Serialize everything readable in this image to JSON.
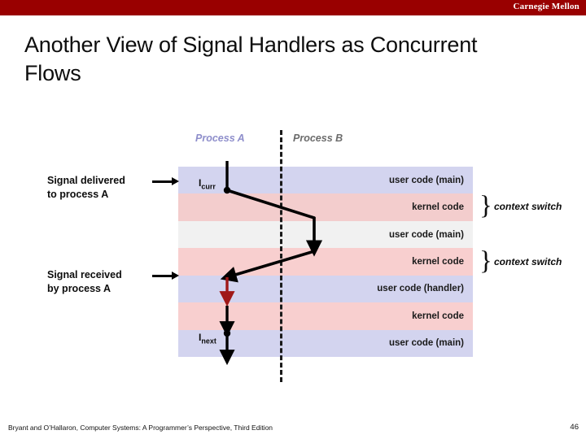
{
  "banner": {
    "wordmark": "Carnegie Mellon",
    "color": "#990000"
  },
  "slide": {
    "title": "Another View of Signal Handlers as Concurrent Flows"
  },
  "diagram": {
    "columns": [
      {
        "name": "process-a",
        "label": "Process A",
        "color": "#8e8ecb"
      },
      {
        "name": "process-b",
        "label": "Process B",
        "color": "#6b6b6b"
      }
    ],
    "bands": [
      {
        "label": "user code (main)",
        "fill": "#d3d4ef"
      },
      {
        "label": "kernel code",
        "fill": "#f3cdcd"
      },
      {
        "label": "user code (main)",
        "fill": "#f1f1f1"
      },
      {
        "label": "kernel code",
        "fill": "#f8cfcf"
      },
      {
        "label": "user code (handler)",
        "fill": "#d3d4ef"
      },
      {
        "label": "kernel code",
        "fill": "#f8cfcf"
      },
      {
        "label": "user code (main)",
        "fill": "#d3d4ef"
      }
    ],
    "callouts": [
      {
        "name": "signal-delivered",
        "line1": "Signal delivered",
        "line2": "to process A"
      },
      {
        "name": "signal-received",
        "line1": "Signal received",
        "line2": "by process A"
      }
    ],
    "braces": [
      {
        "label": "context switch"
      },
      {
        "label": "context switch"
      }
    ],
    "instruction_labels": [
      {
        "name": "i-curr",
        "base": "I",
        "sub": "curr"
      },
      {
        "name": "i-next",
        "base": "I",
        "sub": "next"
      }
    ],
    "flow_colors": {
      "normal": "#000000",
      "handler": "#a01818"
    }
  },
  "footer": {
    "citation": "Bryant and O’Hallaron, Computer Systems: A Programmer’s Perspective, Third Edition",
    "page": "46"
  }
}
